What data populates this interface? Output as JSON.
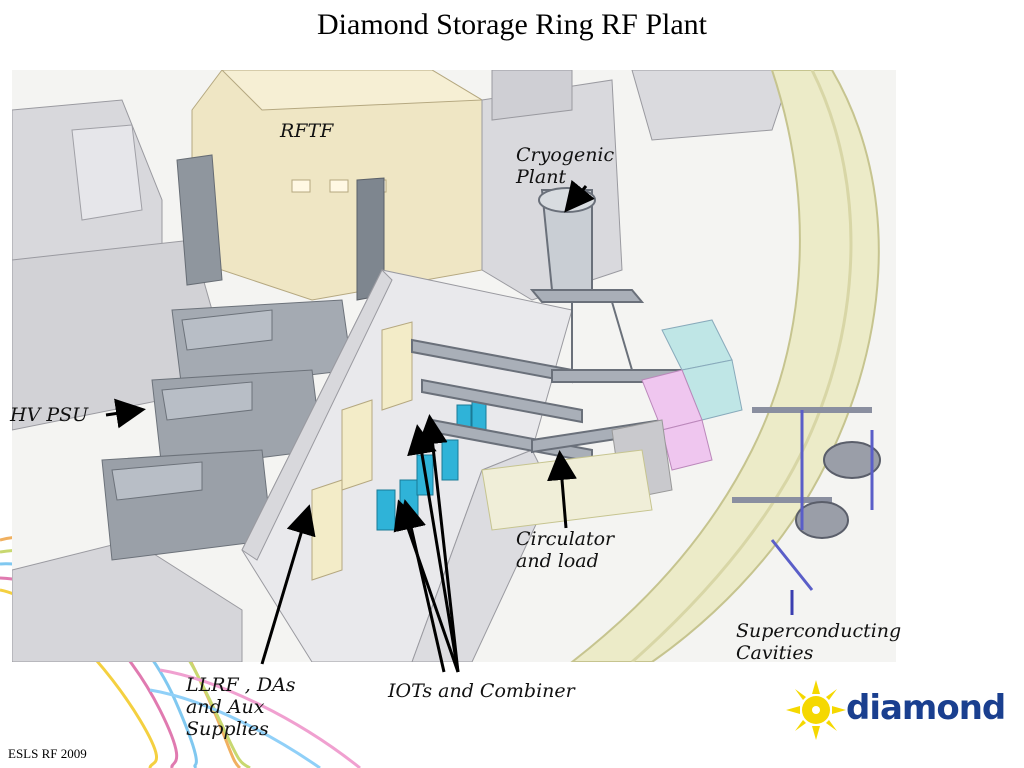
{
  "slide": {
    "title": "Diamond Storage Ring RF Plant",
    "footer": "ESLS RF 2009"
  },
  "labels": {
    "rftf": "RFTF",
    "cryogenic_plant": "Cryogenic\nPlant",
    "hv_psu": "HV PSU",
    "circulator_and_load": "Circulator\nand load",
    "superconducting_cavities": "Superconducting\nCavities",
    "llrf_das_aux": "LLRF , DAs\nand Aux\nSupplies",
    "iots_and_combiner": "IOTs and Combiner"
  },
  "logo": {
    "text": "diamond",
    "sun_color": "#f5d800",
    "text_color": "#1a3f8f"
  },
  "colors": {
    "building_cream": "#efe6c4",
    "grey_structure": "#b7bcc4",
    "iot_cyan": "#2fb3d8",
    "ring_tunnel": "#ecebc8",
    "panel_cyan": "#bfe6e6",
    "panel_pink": "#efc6ef"
  }
}
